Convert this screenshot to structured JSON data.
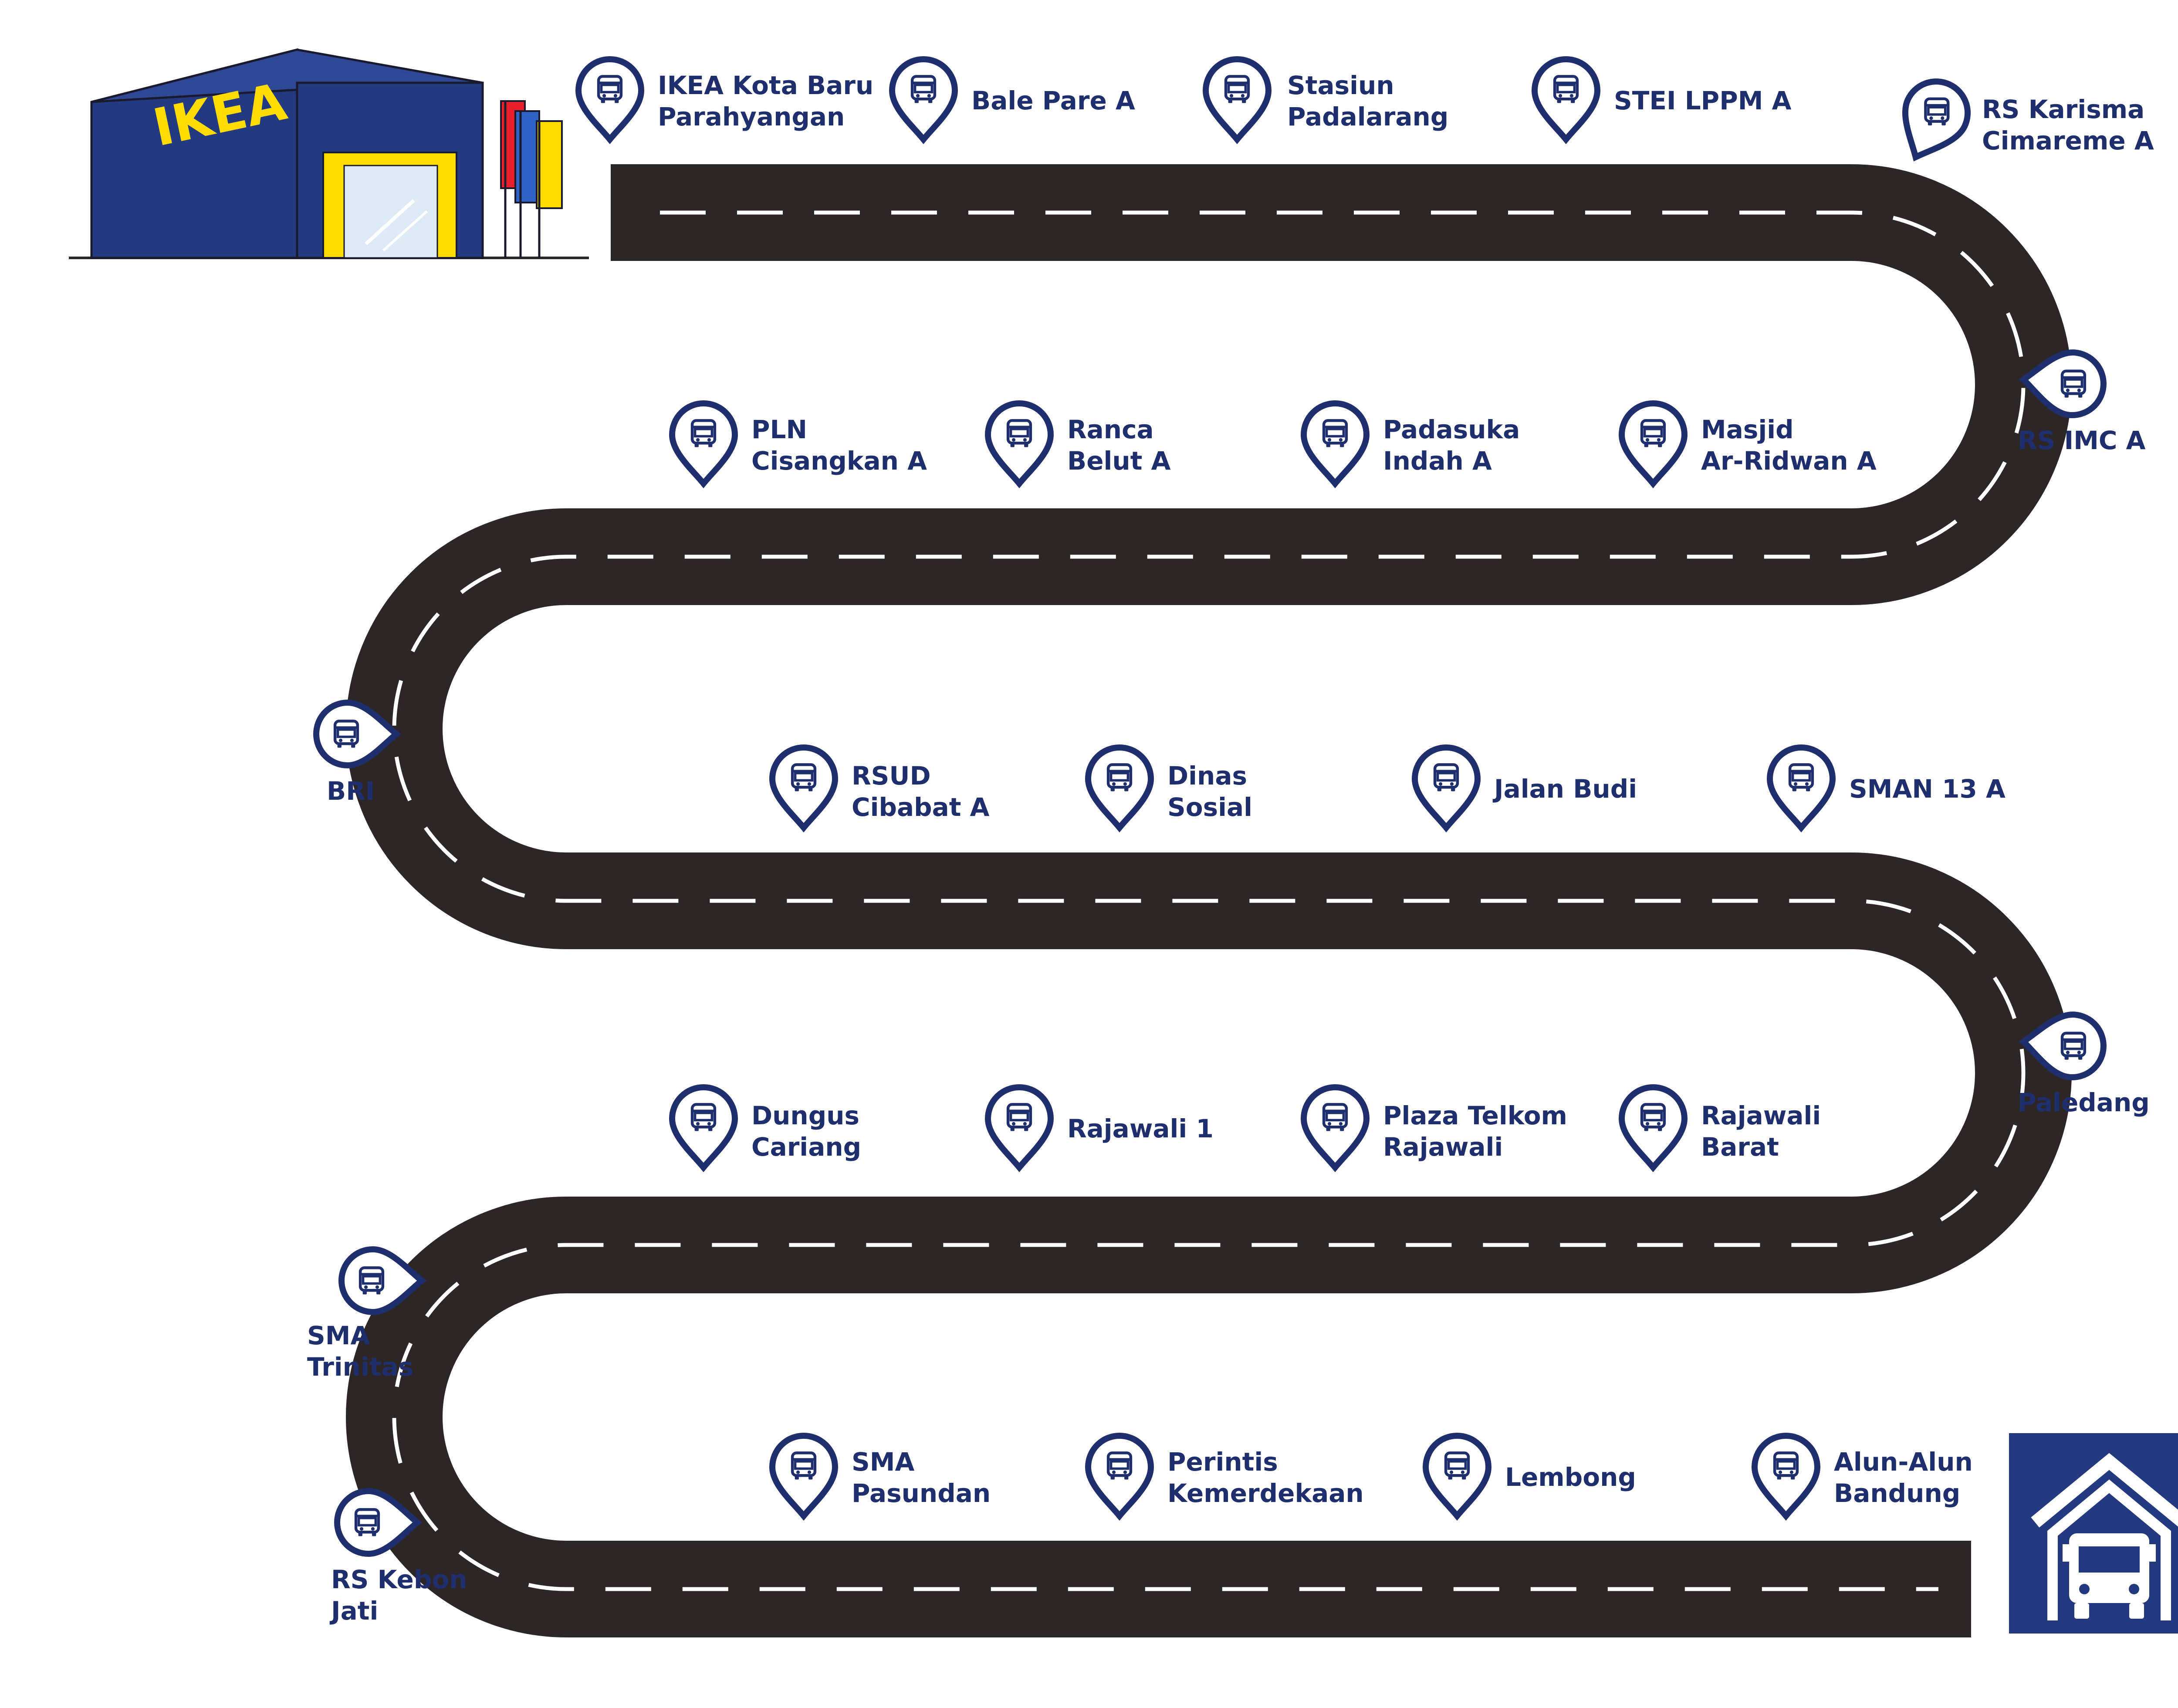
{
  "colors": {
    "road": "#2c2627",
    "road_mark": "#ffffff",
    "pin": "#1f2f6e",
    "label": "#1f2f6e",
    "ikea_blue": "#243a80",
    "ikea_yellow": "#ffdc00",
    "depot_blue": "#243a80"
  },
  "store": {
    "logo": "IKEA",
    "icon": "ikea-store-illustration"
  },
  "depot": {
    "icon": "bus-garage-icon"
  },
  "stops": [
    {
      "id": "ikea-kota-baru",
      "lines": [
        "IKEA Kota Baru",
        "Parahyangan"
      ]
    },
    {
      "id": "bale-pare",
      "lines": [
        "Bale Pare A"
      ]
    },
    {
      "id": "stasiun-padalarang",
      "lines": [
        "Stasiun",
        "Padalarang"
      ]
    },
    {
      "id": "stei-lppm",
      "lines": [
        "STEI LPPM A"
      ]
    },
    {
      "id": "rs-karisma",
      "lines": [
        "RS Karisma",
        "Cimareme A"
      ]
    },
    {
      "id": "rs-imc",
      "lines": [
        "RS IMC A"
      ]
    },
    {
      "id": "masjid-ar-ridwan",
      "lines": [
        "Masjid",
        "Ar-Ridwan A"
      ]
    },
    {
      "id": "padasuka-indah",
      "lines": [
        "Padasuka",
        "Indah A"
      ]
    },
    {
      "id": "ranca-belut",
      "lines": [
        "Ranca",
        "Belut A"
      ]
    },
    {
      "id": "pln-cisangkan",
      "lines": [
        "PLN",
        "Cisangkan A"
      ]
    },
    {
      "id": "bri",
      "lines": [
        "BRI"
      ]
    },
    {
      "id": "rsud-cibabat",
      "lines": [
        "RSUD",
        "Cibabat A"
      ]
    },
    {
      "id": "dinas-sosial",
      "lines": [
        "Dinas",
        "Sosial"
      ]
    },
    {
      "id": "jalan-budi",
      "lines": [
        "Jalan Budi"
      ]
    },
    {
      "id": "sman-13",
      "lines": [
        "SMAN 13 A"
      ]
    },
    {
      "id": "paledang",
      "lines": [
        "Paledang"
      ]
    },
    {
      "id": "rajawali-barat",
      "lines": [
        "Rajawali",
        "Barat"
      ]
    },
    {
      "id": "plaza-telkom",
      "lines": [
        "Plaza Telkom",
        "Rajawali"
      ]
    },
    {
      "id": "rajawali-1",
      "lines": [
        "Rajawali 1"
      ]
    },
    {
      "id": "dungus-cariang",
      "lines": [
        "Dungus",
        "Cariang"
      ]
    },
    {
      "id": "sma-trinitas",
      "lines": [
        "SMA",
        "Trinitas"
      ]
    },
    {
      "id": "rs-kebon-jati",
      "lines": [
        "RS Kebon",
        "Jati"
      ]
    },
    {
      "id": "sma-pasundan",
      "lines": [
        "SMA",
        "Pasundan"
      ]
    },
    {
      "id": "perintis-kemerdekaan",
      "lines": [
        "Perintis",
        "Kemerdekaan"
      ]
    },
    {
      "id": "lembong",
      "lines": [
        "Lembong"
      ]
    },
    {
      "id": "alun-alun-bandung",
      "lines": [
        "Alun-Alun",
        "Bandung"
      ]
    }
  ]
}
